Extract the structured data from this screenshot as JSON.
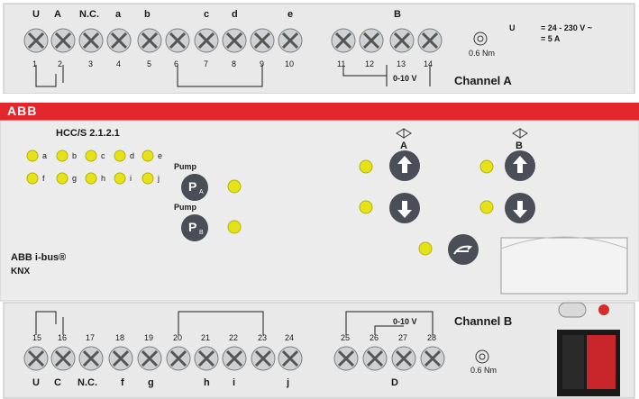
{
  "brand": {
    "logo_text": "ABB",
    "bus_text": "ABB i-bus®",
    "knx_text": "KNX"
  },
  "model": "HCC/S 2.1.2.1",
  "top_terminal": {
    "labels": [
      "U",
      "A",
      "N.C.",
      "a",
      "b",
      "c",
      "d",
      "e",
      "B"
    ],
    "numbers": [
      "1",
      "2",
      "3",
      "4",
      "5",
      "6",
      "7",
      "8",
      "9",
      "10",
      "11",
      "12",
      "13",
      "14"
    ],
    "rating_line1": "U",
    "rating_voltage": "= 24 - 230 V ~",
    "rating_current": "= 5 A",
    "torque": "0.6 Nm",
    "signal": "0-10 V",
    "channel": "Channel A"
  },
  "bottom_terminal": {
    "labels": [
      "U",
      "C",
      "N.C.",
      "f",
      "g",
      "h",
      "i",
      "j",
      "D"
    ],
    "numbers": [
      "15",
      "16",
      "17",
      "18",
      "19",
      "20",
      "21",
      "22",
      "23",
      "24",
      "25",
      "26",
      "27",
      "28"
    ],
    "torque": "0.6 Nm",
    "signal": "0-10 V",
    "channel": "Channel B"
  },
  "leds_row1": [
    "a",
    "b",
    "c",
    "d",
    "e"
  ],
  "leds_row2": [
    "f",
    "g",
    "h",
    "i",
    "j"
  ],
  "pump_a": {
    "label": "Pump",
    "letter": "P",
    "sub": "A"
  },
  "pump_b": {
    "label": "Pump",
    "letter": "P",
    "sub": "B"
  },
  "channel_a_label": "A",
  "channel_b_label": "B",
  "colors": {
    "led": "#e6e21a",
    "button": "#4a4f57",
    "stripe": "#e3262b",
    "housing": "#ebebeb"
  }
}
